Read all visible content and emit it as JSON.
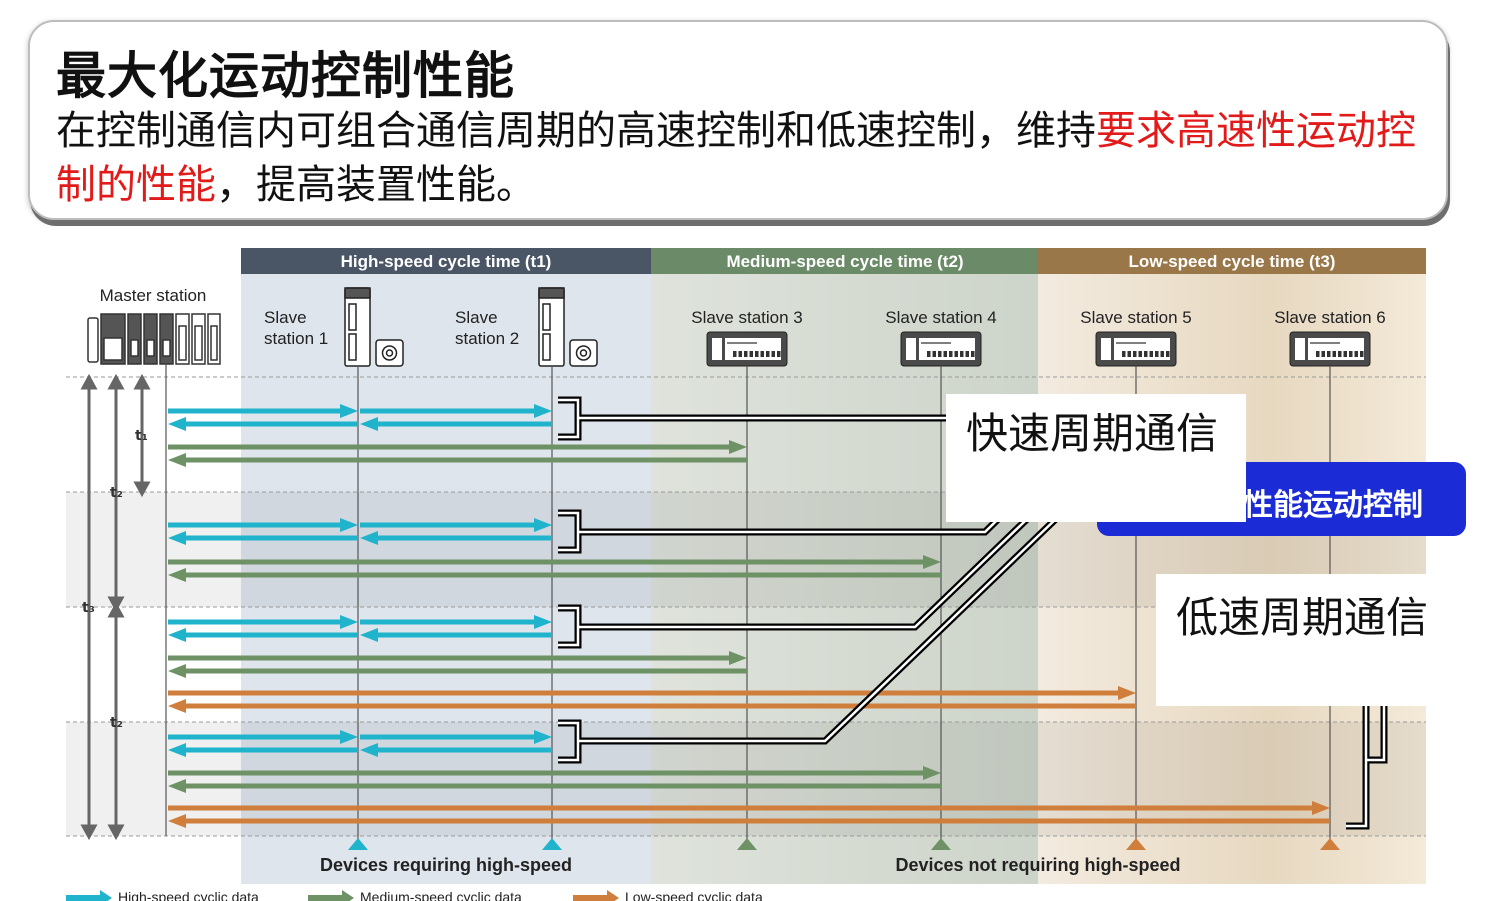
{
  "header": {
    "title": "最大化运动控制性能",
    "desc_part1": "在控制通信内可组合通信周期的高速控制和低速控制，维持",
    "desc_red": "要求高速性运动控制的性能",
    "desc_part2": "，提高装置性能。"
  },
  "diagram": {
    "zones": [
      {
        "label": "High-speed cycle time (t1)",
        "header_color": "#4a5566",
        "bg_color": "#dde3ea"
      },
      {
        "label": "Medium-speed cycle time (t2)",
        "header_color": "#6b8a68",
        "bg_color": "#d6dcd3"
      },
      {
        "label": "Low-speed cycle time (t3)",
        "header_color": "#9a7748",
        "bg_color": "#efe4d2"
      }
    ],
    "master_label": "Master station",
    "stations": [
      {
        "name": "Slave station 1",
        "line1": "Slave",
        "line2": "station 1",
        "type": "servo"
      },
      {
        "name": "Slave station 2",
        "line1": "Slave",
        "line2": "station 2",
        "type": "servo"
      },
      {
        "name": "Slave station 3",
        "type": "io"
      },
      {
        "name": "Slave station 4",
        "type": "io"
      },
      {
        "name": "Slave station 5",
        "type": "io"
      },
      {
        "name": "Slave station 6",
        "type": "io"
      }
    ],
    "time_labels": {
      "t1": "t₁",
      "t2": "t₂",
      "t3": "t₃"
    },
    "footer_high": "Devices requiring high-speed",
    "footer_low": "Devices not requiring high-speed",
    "legend": [
      {
        "label": "High-speed cyclic data",
        "color": "#1fb3cc"
      },
      {
        "label": "Medium-speed cyclic data",
        "color": "#6e9166"
      },
      {
        "label": "Low-speed cyclic data",
        "color": "#cf7e3c"
      }
    ]
  },
  "callouts": {
    "fast": "快速周期通信",
    "slow": "低速周期通信",
    "banner": "性能运动控制"
  }
}
